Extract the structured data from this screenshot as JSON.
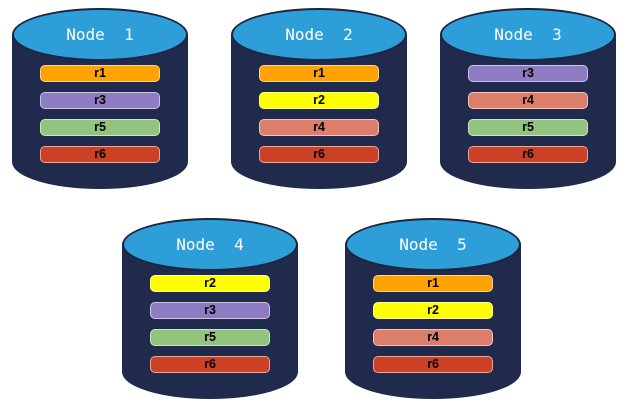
{
  "diagram": {
    "background_color": "#ffffff",
    "node_body_color": "#1F2A4D",
    "node_top_color": "#2E9ED8",
    "node_outline_color": "#1B2542",
    "node_title_color": "#ffffff",
    "replica_label_color": "#000000",
    "replica_palette": {
      "r1": "#FFA303",
      "r2": "#FFFF00",
      "r3": "#8E7CC3",
      "r4": "#DD7E6B",
      "r5": "#93C47D",
      "r6": "#CC4125"
    },
    "nodes": [
      {
        "label": "Node  1",
        "replicas": [
          {
            "label": "r1",
            "color": "#FFA303"
          },
          {
            "label": "r3",
            "color": "#8E7CC3"
          },
          {
            "label": "r5",
            "color": "#93C47D"
          },
          {
            "label": "r6",
            "color": "#CC4125"
          }
        ]
      },
      {
        "label": "Node  2",
        "replicas": [
          {
            "label": "r1",
            "color": "#FFA303"
          },
          {
            "label": "r2",
            "color": "#FFFF00"
          },
          {
            "label": "r4",
            "color": "#DD7E6B"
          },
          {
            "label": "r6",
            "color": "#CC4125"
          }
        ]
      },
      {
        "label": "Node  3",
        "replicas": [
          {
            "label": "r3",
            "color": "#8E7CC3"
          },
          {
            "label": "r4",
            "color": "#DD7E6B"
          },
          {
            "label": "r5",
            "color": "#93C47D"
          },
          {
            "label": "r6",
            "color": "#CC4125"
          }
        ]
      },
      {
        "label": "Node  4",
        "replicas": [
          {
            "label": "r2",
            "color": "#FFFF00"
          },
          {
            "label": "r3",
            "color": "#8E7CC3"
          },
          {
            "label": "r5",
            "color": "#93C47D"
          },
          {
            "label": "r6",
            "color": "#CC4125"
          }
        ]
      },
      {
        "label": "Node  5",
        "replicas": [
          {
            "label": "r1",
            "color": "#FFA303"
          },
          {
            "label": "r2",
            "color": "#FFFF00"
          },
          {
            "label": "r4",
            "color": "#DD7E6B"
          },
          {
            "label": "r6",
            "color": "#CC4125"
          }
        ]
      }
    ]
  }
}
